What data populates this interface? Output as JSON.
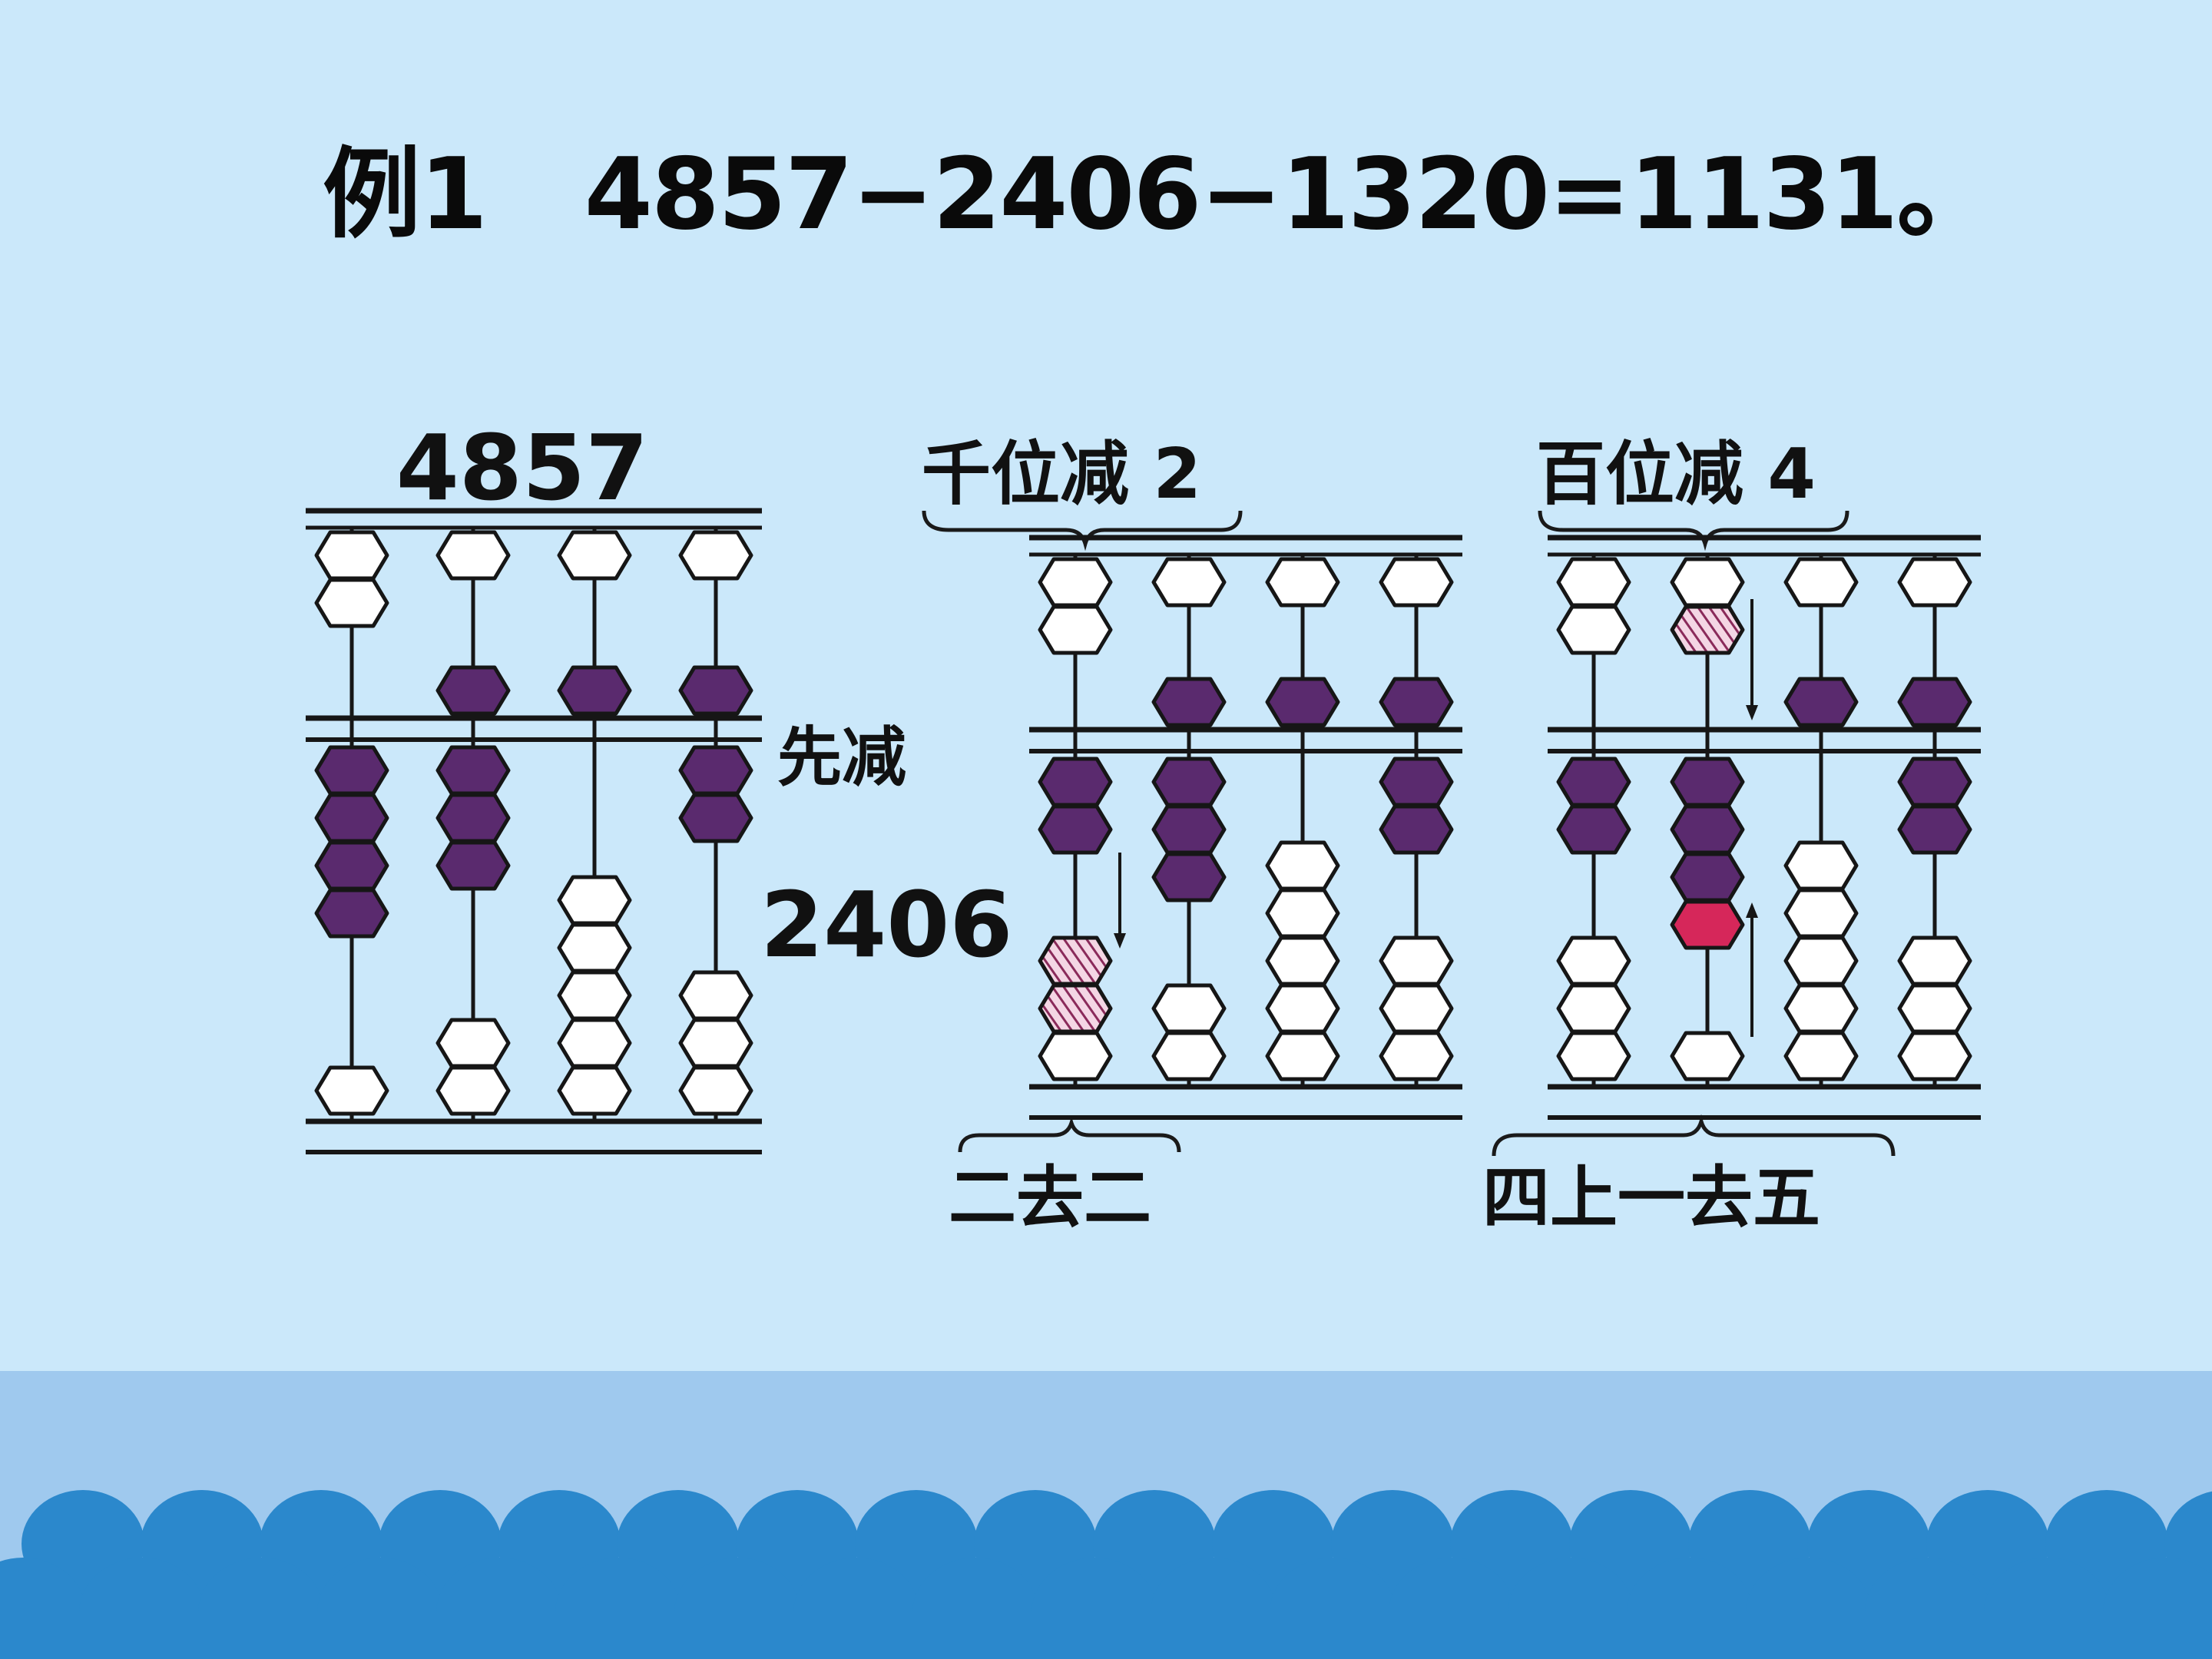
{
  "slide": {
    "example_label": "例1",
    "equation": "4857−2406−1320=1131。",
    "colors": {
      "background": "#cbe8fa",
      "band": "#9fc9ee",
      "wave": "#2b88cc",
      "bead_active": "#5a2a6e",
      "bead_moved": "#d6275a"
    }
  },
  "figure": {
    "panel1_number": "4857",
    "panel1_note_a": "先减",
    "panel1_note_b": "2406",
    "panel2_header": "千位减 2",
    "panel2_footer": "二去二",
    "panel3_header": "百位减 4",
    "panel3_footer": "四上一去五"
  },
  "abacus_states": {
    "panel1": {
      "value": "4857"
    },
    "panel2": {
      "value": "2857",
      "moved_digit": "thousands"
    },
    "panel3": {
      "value": "2457",
      "moved_digit": "hundreds"
    }
  }
}
